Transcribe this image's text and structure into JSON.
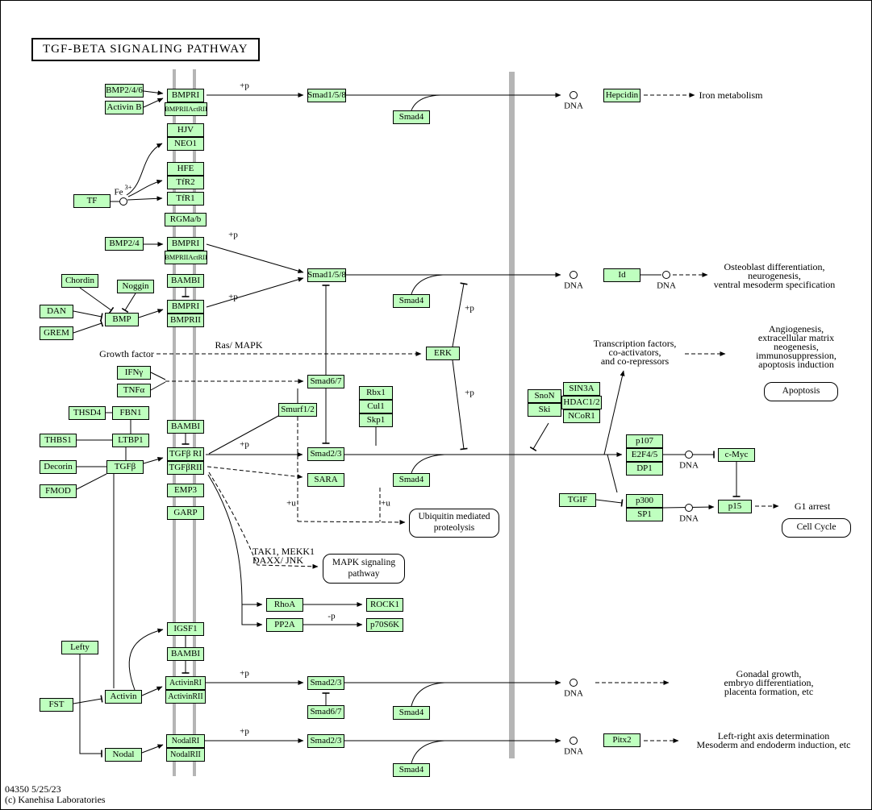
{
  "title": "TGF-BETA SIGNALING PATHWAY",
  "footer": {
    "map_id": "04350 5/25/23",
    "copyright": "(c) Kanehisa Laboratories"
  },
  "colors": {
    "node_fill": "#bfffbf",
    "membrane_gray": "#b5b5b5"
  },
  "labels": {
    "bmp246": "BMP2/4/6",
    "activin_b": "Activin B",
    "bmpri": "BMPRI",
    "bmprii_actrii": "BMPRIIActRII",
    "hjv": "HJV",
    "neo1": "NEO1",
    "hfe": "HFE",
    "tfr2": "TfR2",
    "tfr1": "TfR1",
    "tf": "TF",
    "rgmab": "RGMa/b",
    "smad158": "Smad1/5/8",
    "smad4": "Smad4",
    "hepcidin": "Hepcidin",
    "bmp24": "BMP2/4",
    "bambi": "BAMBI",
    "chordin": "Chordin",
    "noggin": "Noggin",
    "dan": "DAN",
    "grem": "GREM",
    "bmp": "BMP",
    "bmprii": "BMPRII",
    "id": "Id",
    "erk": "ERK",
    "ifng": "IFNγ",
    "tnfa": "TNFα",
    "smad67": "Smad6/7",
    "smurf12": "Smurf1/2",
    "rbx1": "Rbx1",
    "cul1": "Cul1",
    "skp1": "Skp1",
    "snon": "SnoN",
    "ski": "Ski",
    "sin3a": "SIN3A",
    "hdac12": "HDAC1/2",
    "ncor1": "NCoR1",
    "thsd4": "THSD4",
    "fbn1": "FBN1",
    "thbs1": "THBS1",
    "ltbp1": "LTBP1",
    "decorin": "Decorin",
    "tgfb": "TGFβ",
    "fmod": "FMOD",
    "tgfbri": "TGFβ RI",
    "tgfbrii": "TGFβRII",
    "emp3": "EMP3",
    "garp": "GARP",
    "smad23": "Smad2/3",
    "sara": "SARA",
    "p107": "p107",
    "e2f45": "E2F4/5",
    "dp1": "DP1",
    "cmyc": "c-Myc",
    "tgif": "TGIF",
    "p300": "p300",
    "sp1": "SP1",
    "p15": "p15",
    "rhoa": "RhoA",
    "rock1": "ROCK1",
    "pp2a": "PP2A",
    "p70s6k": "p70S6K",
    "igsf1": "IGSF1",
    "lefty": "Lefty",
    "fst": "FST",
    "activin": "Activin",
    "activinri": "ActivinRI",
    "activinrii": "ActivinRII",
    "nodal": "Nodal",
    "nodalri": "NodalRI",
    "nodalrii": "NodalRII",
    "pitx2": "Pitx2"
  },
  "pathway_boxes": {
    "apoptosis": "Apoptosis",
    "ubiquitin_line1": "Ubiquitin mediated",
    "ubiquitin_line2": "proteolysis",
    "mapk_line1": "MAPK signaling",
    "mapk_line2": "pathway",
    "cell_cycle": "Cell Cycle"
  },
  "annotations": {
    "iron": "Iron metabolism",
    "osteoblast": [
      "Osteoblast differentiation,",
      "neurogenesis,",
      "ventral mesoderm specification"
    ],
    "growth_factor": "Growth factor",
    "ras_mapk": "Ras/ MAPK",
    "transcription": [
      "Transcription factors,",
      "co-activators,",
      "and co-repressors"
    ],
    "angiogenesis": [
      "Angiogenesis,",
      "extracellular matrix",
      "neogenesis,",
      "immunosuppression,",
      "apoptosis induction"
    ],
    "g1_arrest": "G1 arrest",
    "tak1": [
      "TAK1, MEKK1",
      "DAXX/ JNK"
    ],
    "gonadal": [
      "Gonadal growth,",
      "embryo differentiation,",
      "placenta formation, etc"
    ],
    "leftright": [
      "Left-right axis determination",
      "Mesoderm and endoderm induction, etc"
    ]
  },
  "modifiers": {
    "plus_p": "+p",
    "minus_p": "-p",
    "plus_u": "+u",
    "dna": "DNA",
    "fe": "Fe",
    "fe_charge": "3+"
  }
}
